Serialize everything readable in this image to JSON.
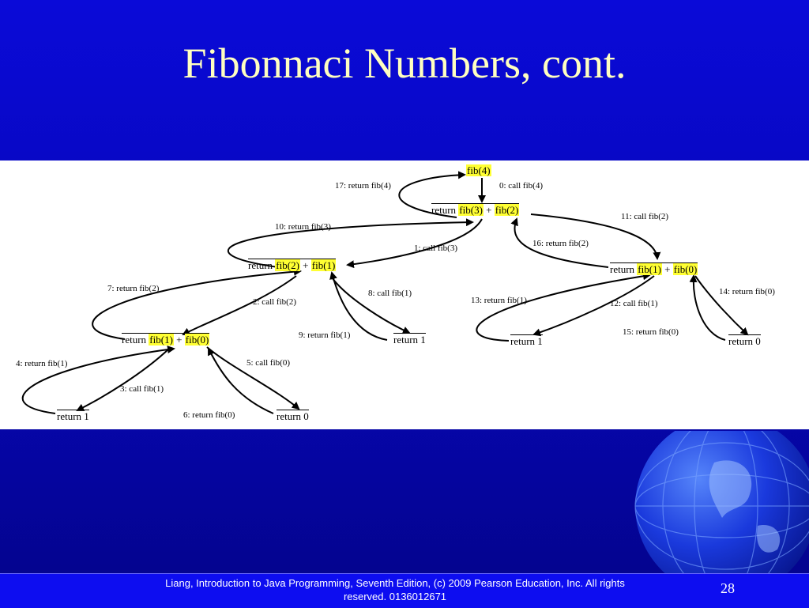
{
  "slide": {
    "title": "Fibonnaci Numbers, cont.",
    "footer": "Liang, Introduction to Java Programming, Seventh Edition, (c) 2009 Pearson Education, Inc. All rights reserved. 0136012671",
    "page_number": "28"
  },
  "colors": {
    "background": "#0606b0",
    "title": "#ffffc0",
    "highlight": "#ffff33",
    "footer_bar": "#0d0df0"
  },
  "diagram": {
    "nodes": {
      "root": {
        "call": "fib(4)"
      },
      "n3": {
        "prefix": "return",
        "left": "fib(3)",
        "op": "+",
        "right": "fib(2)"
      },
      "n2a": {
        "prefix": "return",
        "left": "fib(2)",
        "op": "+",
        "right": "fib(1)"
      },
      "n2b": {
        "prefix": "return",
        "left": "fib(1)",
        "op": "+",
        "right": "fib(0)"
      },
      "n1": {
        "prefix": "return",
        "left": "fib(1)",
        "op": "+",
        "right": "fib(0)"
      },
      "leaf_a": "return 1",
      "leaf_b": "return 0",
      "leaf_c": "return 1",
      "leaf_d": "return 1",
      "leaf_e": "return 0"
    },
    "steps": [
      "0: call fib(4)",
      "1: call fib(3)",
      "2: call fib(2)",
      "3: call fib(1)",
      "4: return fib(1)",
      "5: call fib(0)",
      "6: return fib(0)",
      "7: return fib(2)",
      "8: call fib(1)",
      "9: return fib(1)",
      "10: return fib(3)",
      "11: call fib(2)",
      "12: call fib(1)",
      "13: return fib(1)",
      "14: return fib(0)",
      "15: return fib(0)",
      "16: return fib(2)",
      "17: return fib(4)"
    ]
  }
}
